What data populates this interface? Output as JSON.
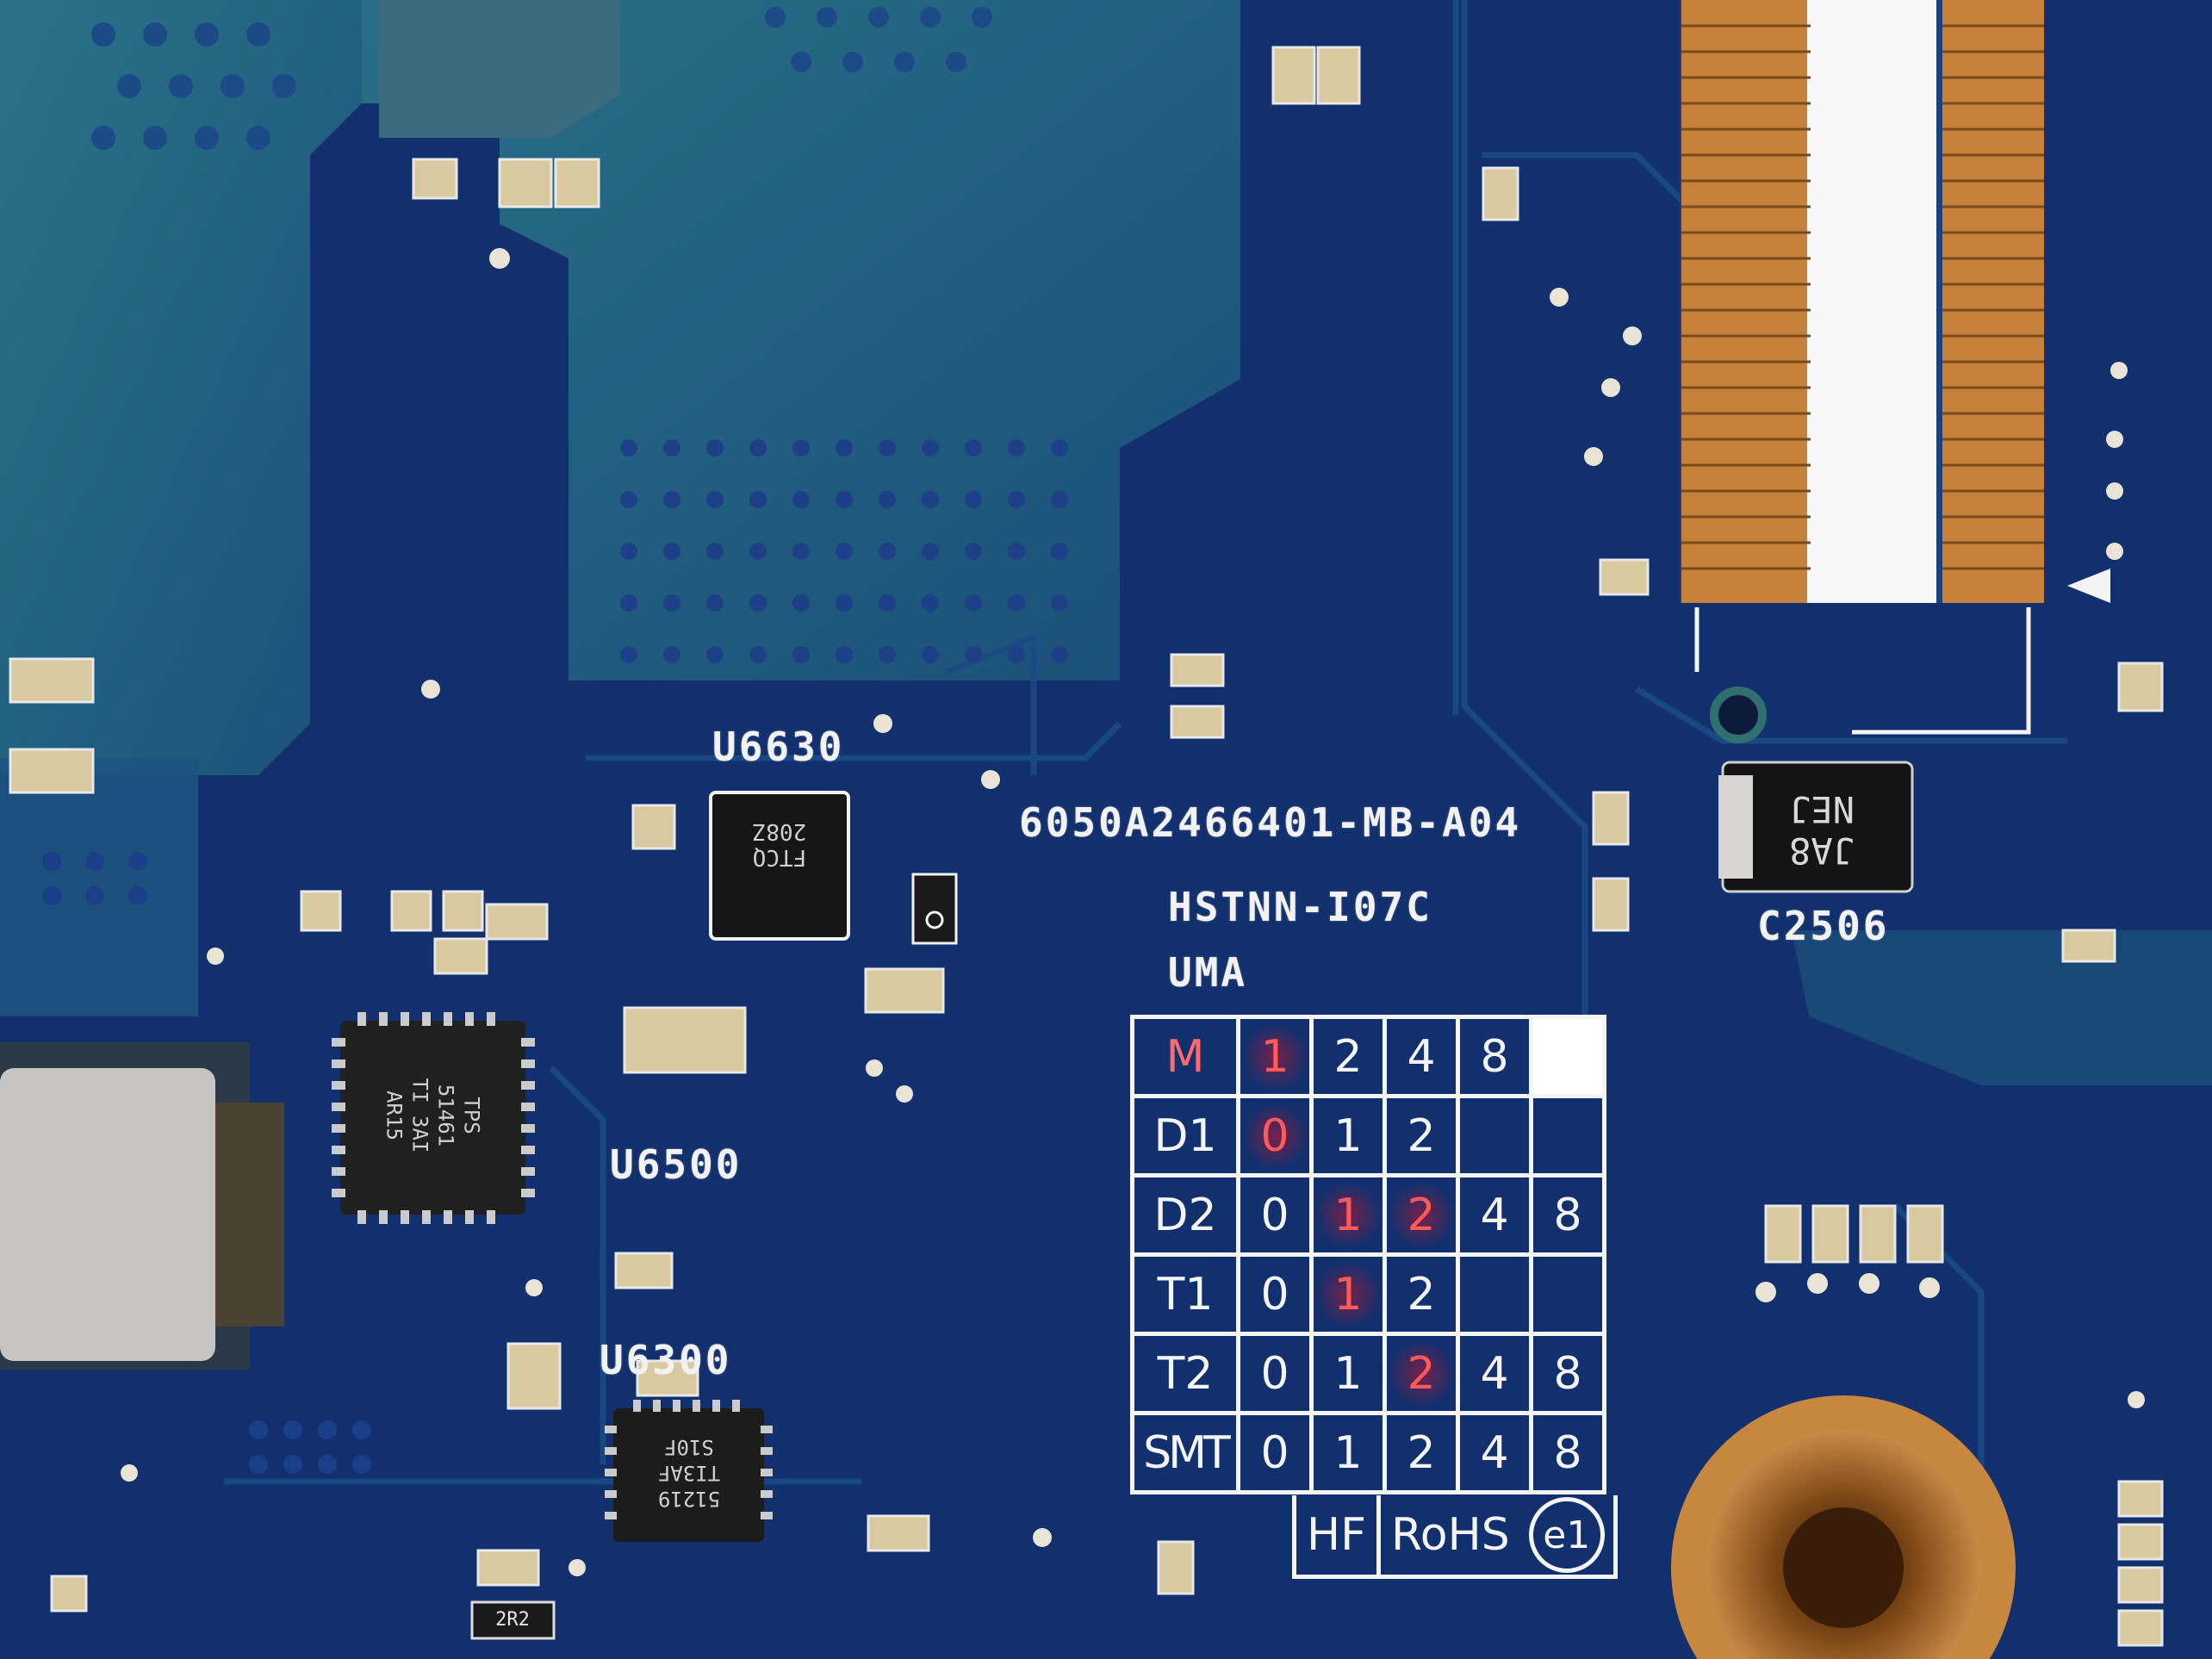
{
  "board": {
    "part_number": "6050A2466401-MB-A04",
    "model": "HSTNN-I07C",
    "variant": "UMA"
  },
  "refdes": {
    "u6630": "U6630",
    "u6500": "U6500",
    "u6300": "U6300",
    "c2506": "C2506"
  },
  "chip_marks": {
    "u6630": "FTCQ\n208Z",
    "u6500": "TPS\n51461\nTI 3AI\nAR15",
    "u6300": "51219\nTI3AF\nS10F",
    "c2506": "JA8\nNEJ",
    "inductor": "2R2"
  },
  "revision_grid": {
    "rows": [
      {
        "label": "M",
        "cells": [
          "1",
          "2",
          "4",
          "8",
          ""
        ]
      },
      {
        "label": "D1",
        "cells": [
          "0",
          "1",
          "2",
          "",
          ""
        ]
      },
      {
        "label": "D2",
        "cells": [
          "0",
          "1",
          "2",
          "4",
          "8"
        ]
      },
      {
        "label": "T1",
        "cells": [
          "0",
          "1",
          "2",
          "",
          ""
        ]
      },
      {
        "label": "T2",
        "cells": [
          "0",
          "1",
          "2",
          "4",
          "8"
        ]
      },
      {
        "label": "SMT",
        "cells": [
          "0",
          "1",
          "2",
          "4",
          "8"
        ]
      }
    ],
    "marked": {
      "M": [
        "1"
      ],
      "D1": [
        "0"
      ],
      "D2": [
        "1",
        "2"
      ],
      "T1": [
        "1"
      ],
      "T2": [
        "2"
      ]
    }
  },
  "certification": {
    "hf": "HF",
    "rohs": "RoHS",
    "e1": "e1"
  },
  "colors": {
    "pcb_blue": "#12306e",
    "copper_pour": "#1e5a7e",
    "silkscreen": "#f2f2f2",
    "marker_red": "#ff5a5a",
    "gold": "#c8813a"
  }
}
